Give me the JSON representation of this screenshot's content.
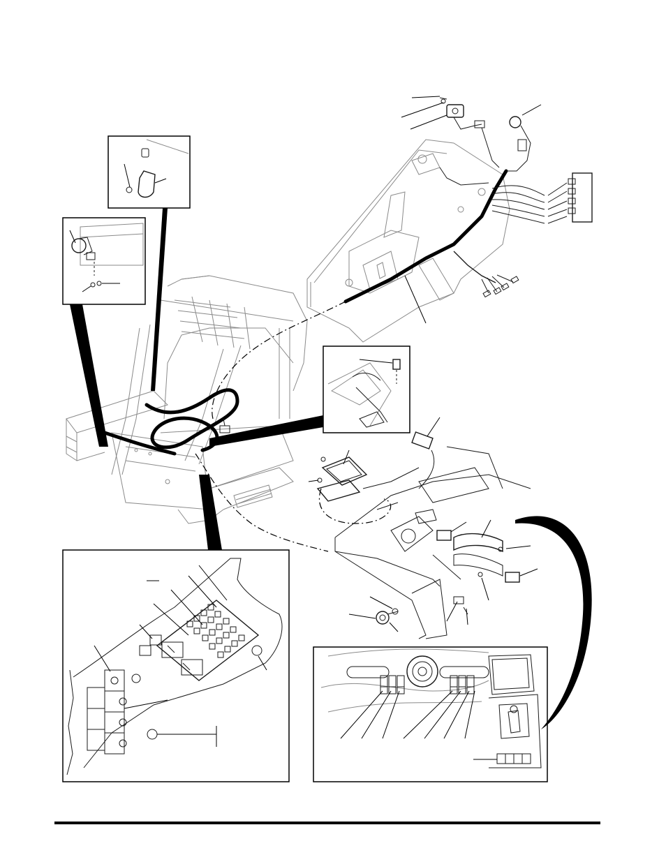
{
  "figure": {
    "description_text": "",
    "colors": {
      "line": "#1a1a1a",
      "harness": "#000000",
      "background": "#ffffff",
      "light_part": "#8a8a8a"
    }
  },
  "insets": [
    {
      "name": "clip-detail-inset"
    },
    {
      "name": "horn-detail-inset"
    },
    {
      "name": "pedal-switch-inset"
    },
    {
      "name": "fuse-panel-inset"
    },
    {
      "name": "dash-switch-inset"
    }
  ],
  "footer": {
    "rule": true
  }
}
